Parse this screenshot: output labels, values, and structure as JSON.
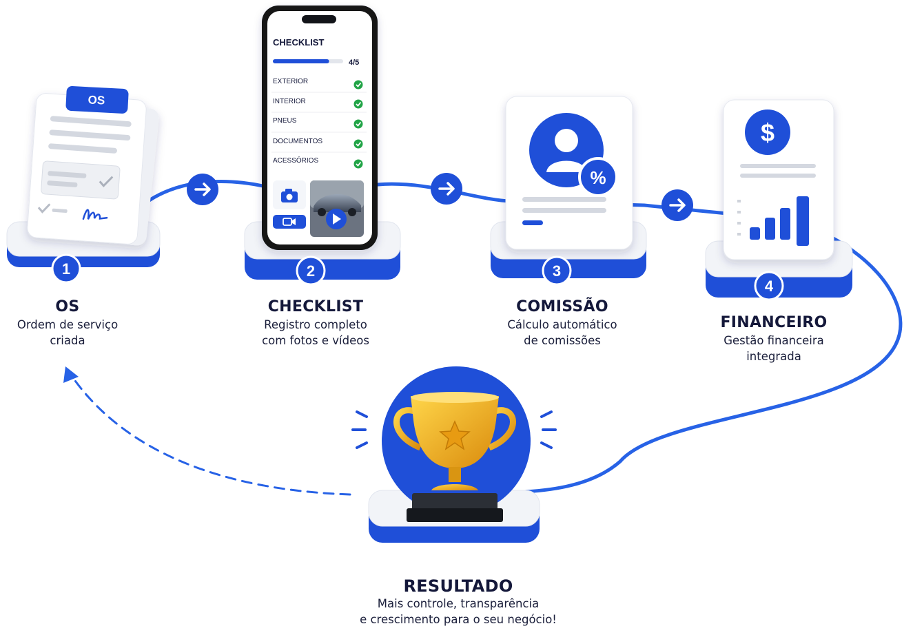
{
  "steps": [
    {
      "number": "1",
      "title": "OS",
      "subtitle": "Ordem de serviço\ncriada"
    },
    {
      "number": "2",
      "title": "CHECKLIST",
      "subtitle": "Registro completo\ncom fotos e vídeos"
    },
    {
      "number": "3",
      "title": "COMISSÃO",
      "subtitle": "Cálculo automático\nde comissões"
    },
    {
      "number": "4",
      "title": "FINANCEIRO",
      "subtitle": "Gestão financeira\nintegrada"
    }
  ],
  "os_card": {
    "tag": "OS"
  },
  "phone": {
    "title": "CHECKLIST",
    "progress_label": "4/5",
    "progress_fraction": 0.8,
    "items": [
      "EXTERIOR",
      "INTERIOR",
      "PNEUS",
      "DOCUMENTOS",
      "ACESSÓRIOS"
    ]
  },
  "commission_card": {
    "badge": "%"
  },
  "finance_card": {
    "currency_symbol": "$"
  },
  "result": {
    "title": "RESULTADO",
    "subtitle": "Mais controle, transparência\ne crescimento para o seu negócio!"
  },
  "colors": {
    "accent": "#1f4fd8",
    "dark_text": "#14183a",
    "check_green": "#22a447",
    "gold": "#e8a317"
  },
  "icons": [
    "arrow-right-icon",
    "camera-icon",
    "video-icon",
    "play-icon",
    "check-icon",
    "user-icon",
    "percent-icon",
    "dollar-icon",
    "bar-chart-icon",
    "trophy-icon",
    "star-icon",
    "signature-icon",
    "return-arrow-icon"
  ]
}
